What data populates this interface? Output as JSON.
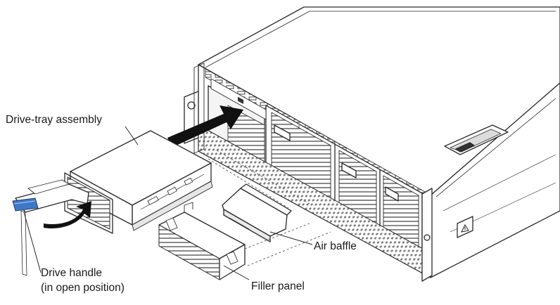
{
  "labels": {
    "drive_tray": "Drive-tray assembly",
    "drive_handle_line1": "Drive handle",
    "drive_handle_line2": "(in open position)",
    "air_baffle": "Air baffle",
    "filler_panel": "Filler panel"
  },
  "colors": {
    "line": "#2a2a2a",
    "handle_blue": "#3e78c7",
    "arrow": "#111111",
    "mesh": "#8a8a8a"
  },
  "icons": [
    "insert-arrow-icon",
    "rotate-arrow-icon",
    "warning-icon"
  ]
}
